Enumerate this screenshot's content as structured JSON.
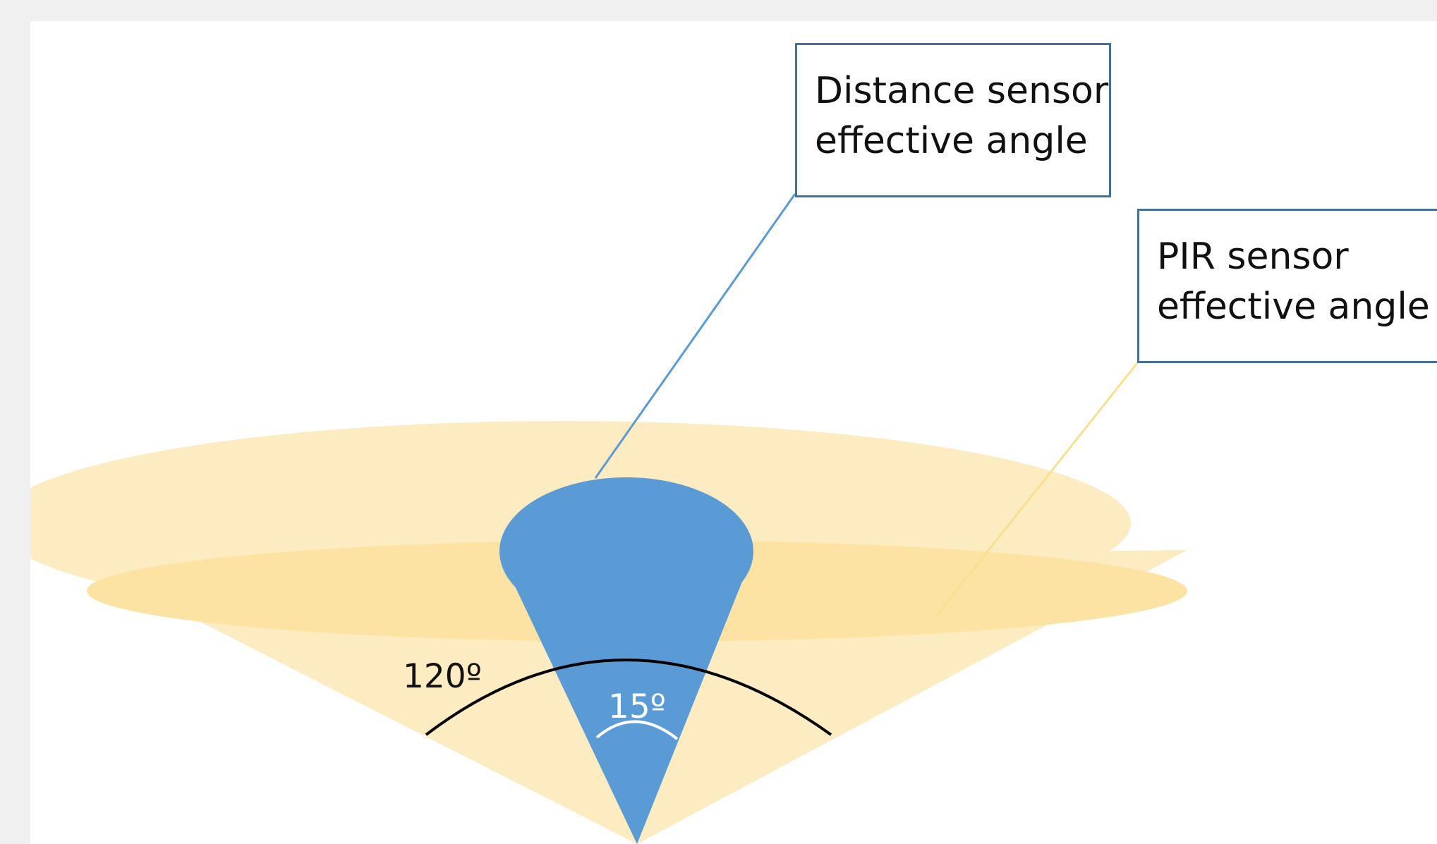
{
  "callouts": {
    "distance": {
      "line1": "Distance sensor",
      "line2": "effective angle"
    },
    "pir": {
      "line1": "PIR sensor",
      "line2": "effective angle"
    }
  },
  "angles": {
    "pir": "120º",
    "distance": "15º"
  },
  "colors": {
    "pir_cone": "#fdebc1",
    "pir_band": "#fde3a3",
    "distance_cone": "#5b9bd5",
    "callout_border": "#41719c",
    "distance_leader": "#5b9bd5",
    "pir_leader": "#f8e08e"
  }
}
